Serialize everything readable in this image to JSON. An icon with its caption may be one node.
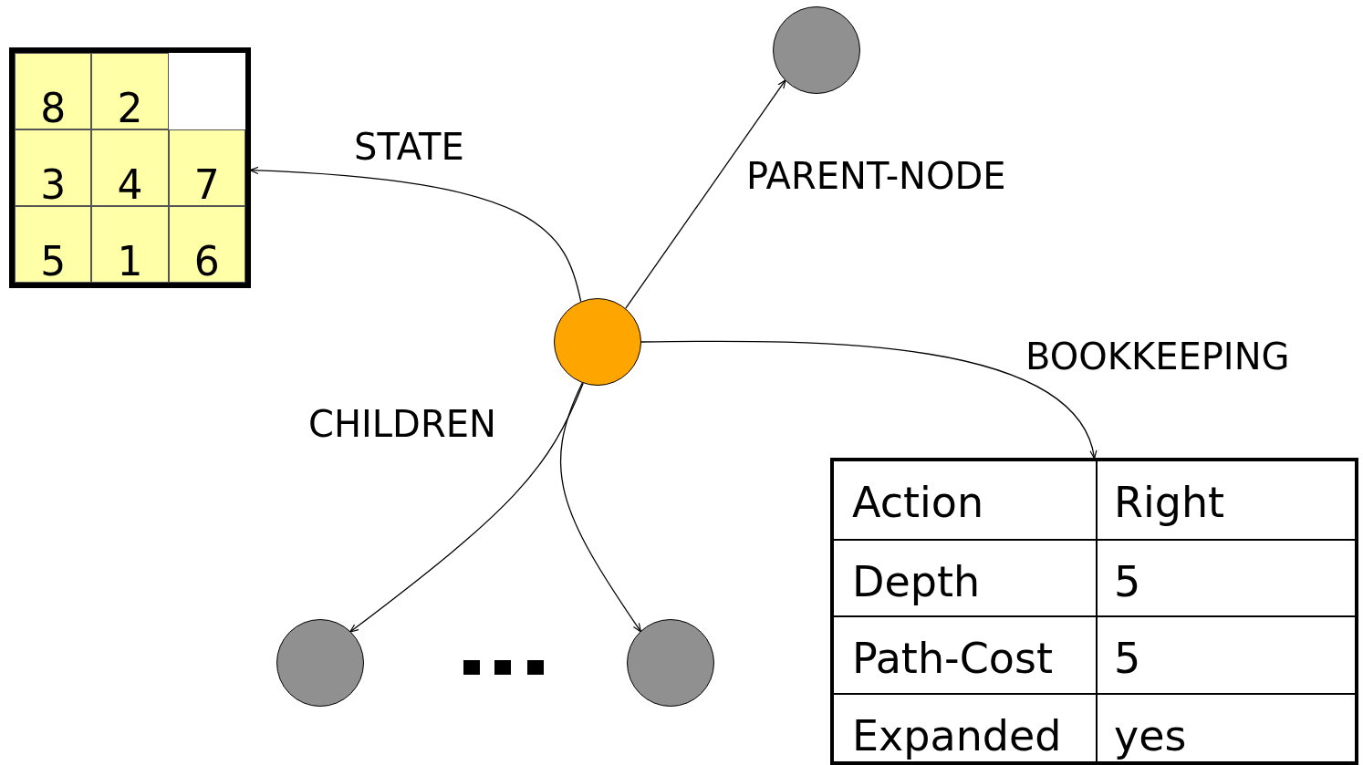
{
  "diagram": {
    "nodes": [
      {
        "text": [
          "8",
          "2",
          "3",
          "4",
          "7",
          "5",
          "1",
          "6"
        ]
      },
      {
        "text": [],
        "shape": "circle"
      },
      {
        "text": [],
        "shape": "circle"
      },
      {
        "text": [],
        "shape": "circle"
      },
      {
        "text": [],
        "shape": "circle"
      },
      {
        "text": [
          "Action",
          "Right",
          "Depth",
          "5",
          "Path-Cost",
          "5",
          "Expanded",
          "yes"
        ]
      }
    ],
    "edges": [
      {
        "from": 1,
        "to": 0,
        "arrow": "to",
        "label": "STATE"
      },
      {
        "from": 1,
        "to": 2,
        "arrow": "to",
        "label": "PARENT-NODE"
      },
      {
        "from": 1,
        "to": 5,
        "arrow": "to",
        "label": "BOOKKEEPING"
      },
      {
        "from": 1,
        "to": 3,
        "arrow": "to",
        "label": "CHILDREN"
      },
      {
        "from": 1,
        "to": 4,
        "arrow": "to"
      }
    ]
  }
}
